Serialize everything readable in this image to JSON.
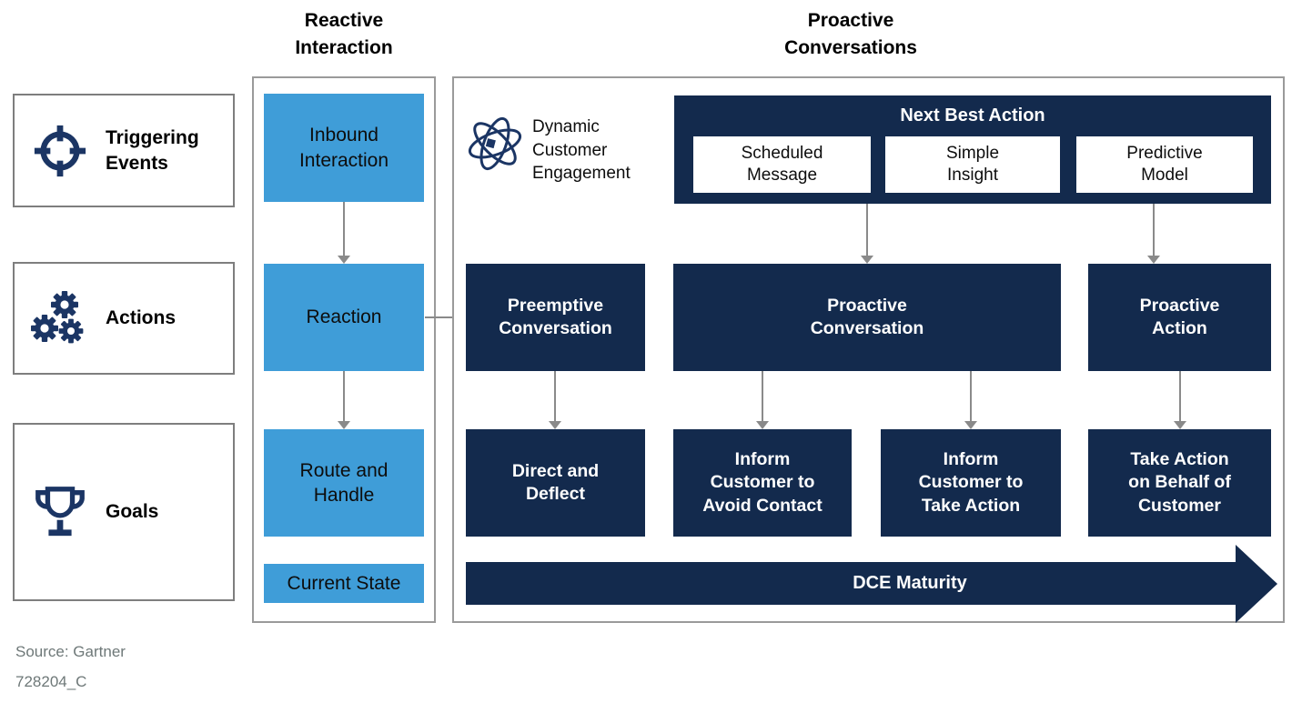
{
  "colors": {
    "navy": "#132a4d",
    "light_blue": "#3f9dd8",
    "icon_navy": "#1b3564",
    "frame_gray": "#9a9a9a",
    "legend_border_gray": "#7e7e7e",
    "arrow_gray": "#8a8a8a",
    "footer_gray": "#6e7878"
  },
  "headers": {
    "reactive": "Reactive\nInteraction",
    "proactive": "Proactive\nConversations"
  },
  "legend": {
    "items": [
      {
        "icon": "target-icon",
        "label": "Triggering\nEvents"
      },
      {
        "icon": "gears-icon",
        "label": "Actions"
      },
      {
        "icon": "trophy-icon",
        "label": "Goals"
      }
    ]
  },
  "reactive_flow": {
    "steps": [
      {
        "label": "Inbound\nInteraction"
      },
      {
        "label": "Reaction"
      },
      {
        "label": "Route and\nHandle"
      }
    ],
    "current_state": "Current State"
  },
  "proactive": {
    "dce": {
      "icon": "atom-icon",
      "label": "Dynamic\nCustomer\nEngagement"
    },
    "next_best_action": {
      "title": "Next Best Action",
      "options": [
        "Scheduled\nMessage",
        "Simple\nInsight",
        "Predictive\nModel"
      ]
    },
    "actions_row": [
      "Preemptive\nConversation",
      "Proactive\nConversation",
      "Proactive\nAction"
    ],
    "goals_row": [
      "Direct and\nDeflect",
      "Inform\nCustomer to\nAvoid Contact",
      "Inform\nCustomer to\nTake Action",
      "Take Action\non Behalf of\nCustomer"
    ],
    "maturity_arrow": "DCE Maturity"
  },
  "footer": {
    "source": "Source: Gartner",
    "note": "728204_C"
  }
}
